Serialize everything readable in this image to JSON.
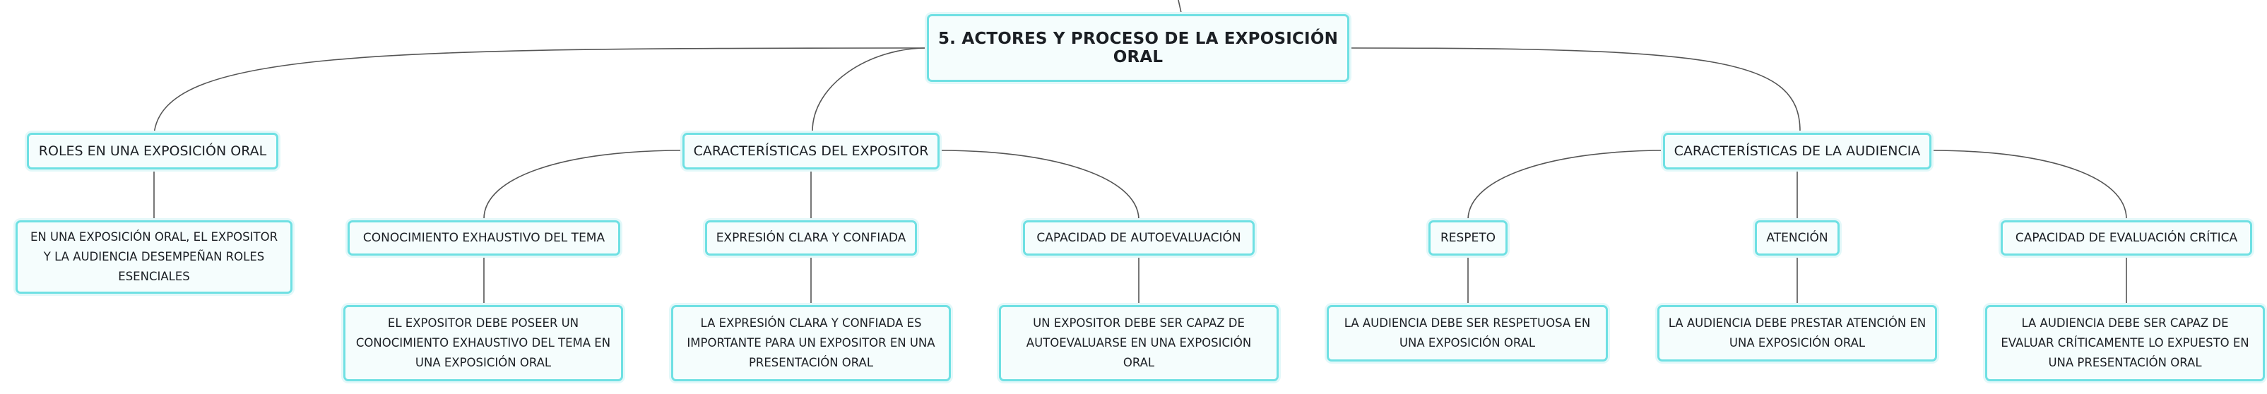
{
  "root": {
    "title": "5. ACTORES Y PROCESO DE LA EXPOSICIÓN ORAL"
  },
  "branches": [
    {
      "label": "ROLES EN UNA EXPOSICIÓN ORAL",
      "description": "EN UNA EXPOSICIÓN ORAL, EL EXPOSITOR Y LA AUDIENCIA DESEMPEÑAN ROLES ESENCIALES"
    },
    {
      "label": "CARACTERÍSTICAS DEL EXPOSITOR",
      "children": [
        {
          "label": "CONOCIMIENTO EXHAUSTIVO DEL TEMA",
          "description": "EL EXPOSITOR DEBE POSEER UN CONOCIMIENTO EXHAUSTIVO DEL TEMA EN UNA EXPOSICIÓN ORAL"
        },
        {
          "label": "EXPRESIÓN CLARA Y CONFIADA",
          "description": "LA EXPRESIÓN CLARA Y CONFIADA ES IMPORTANTE PARA UN EXPOSITOR EN UNA PRESENTACIÓN ORAL"
        },
        {
          "label": "CAPACIDAD DE AUTOEVALUACIÓN",
          "description": "UN EXPOSITOR DEBE SER CAPAZ DE AUTOEVALUARSE EN UNA EXPOSICIÓN ORAL"
        }
      ]
    },
    {
      "label": "CARACTERÍSTICAS DE LA AUDIENCIA",
      "children": [
        {
          "label": "RESPETO",
          "description": "LA AUDIENCIA DEBE SER RESPETUOSA EN UNA EXPOSICIÓN ORAL"
        },
        {
          "label": "ATENCIÓN",
          "description": "LA AUDIENCIA DEBE PRESTAR ATENCIÓN EN UNA EXPOSICIÓN ORAL"
        },
        {
          "label": "CAPACIDAD DE EVALUACIÓN CRÍTICA",
          "description": "LA AUDIENCIA DEBE SER CAPAZ DE EVALUAR CRÍTICAMENTE LO EXPUESTO EN UNA PRESENTACIÓN ORAL"
        }
      ]
    }
  ],
  "colors": {
    "node_border": "#6fe0e3",
    "node_fill": "#f5fdfd",
    "connector": "#555555",
    "text": "#1b1f24"
  }
}
